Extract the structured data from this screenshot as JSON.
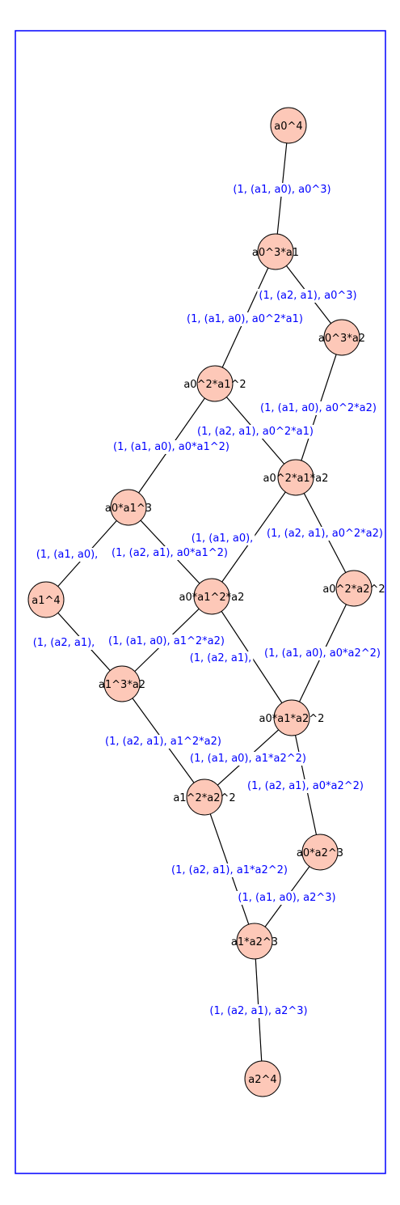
{
  "frame_color": "#0000ff",
  "node_fill": "#fdc8b8",
  "label_color": "#0000ff",
  "nodes": [
    {
      "id": "a0^4",
      "label": "a0^4"
    },
    {
      "id": "a0^3*a1",
      "label": "a0^3*a1"
    },
    {
      "id": "a0^3*a2",
      "label": "a0^3*a2"
    },
    {
      "id": "a0^2*a1^2",
      "label": "a0^2*a1^2"
    },
    {
      "id": "a0^2*a1*a2",
      "label": "a0^2*a1*a2"
    },
    {
      "id": "a0*a1^3",
      "label": "a0*a1^3"
    },
    {
      "id": "a1^4",
      "label": "a1^4"
    },
    {
      "id": "a0*a1^2*a2",
      "label": "a0*a1^2*a2"
    },
    {
      "id": "a0^2*a2^2",
      "label": "a0^2*a2^2"
    },
    {
      "id": "a1^3*a2",
      "label": "a1^3*a2"
    },
    {
      "id": "a0*a1*a2^2",
      "label": "a0*a1*a2^2"
    },
    {
      "id": "a1^2*a2^2",
      "label": "a1^2*a2^2"
    },
    {
      "id": "a0*a2^3",
      "label": "a0*a2^3"
    },
    {
      "id": "a1*a2^3",
      "label": "a1*a2^3"
    },
    {
      "id": "a2^4",
      "label": "a2^4"
    }
  ],
  "edges": [
    {
      "from": "a0^4",
      "to": "a0^3*a1",
      "label": "(1, (a1, a0), a0^3)"
    },
    {
      "from": "a0^3*a1",
      "to": "a0^3*a2",
      "label": "(1, (a2, a1), a0^3)"
    },
    {
      "from": "a0^3*a1",
      "to": "a0^2*a1^2",
      "label": "(1, (a1, a0), a0^2*a1)"
    },
    {
      "from": "a0^3*a2",
      "to": "a0^2*a1*a2",
      "label": "(1, (a1, a0), a0^2*a2)"
    },
    {
      "from": "a0^2*a1^2",
      "to": "a0^2*a1*a2",
      "label": "(1, (a2, a1), a0^2*a1)"
    },
    {
      "from": "a0^2*a1^2",
      "to": "a0*a1^3",
      "label": "(1, (a1, a0), a0*a1^2)"
    },
    {
      "from": "a0*a1^3",
      "to": "a1^4",
      "label": "(1, (a1, a0),"
    },
    {
      "from": "a0*a1^3",
      "to": "a0*a1^2*a2",
      "label": "(1, (a2, a1), a0*a1^2)"
    },
    {
      "from": "a0^2*a1*a2",
      "to": "a0*a1^2*a2",
      "label": "(1, (a1, a0),"
    },
    {
      "from": "a0^2*a1*a2",
      "to": "a0^2*a2^2",
      "label": "(1, (a2, a1), a0^2*a2)"
    },
    {
      "from": "a1^4",
      "to": "a1^3*a2",
      "label": "(1, (a2, a1),"
    },
    {
      "from": "a0*a1^2*a2",
      "to": "a1^3*a2",
      "label": "(1, (a1, a0), a1^2*a2)"
    },
    {
      "from": "a0*a1^2*a2",
      "to": "a0*a1*a2^2",
      "label": "(1, (a2, a1),"
    },
    {
      "from": "a0^2*a2^2",
      "to": "a0*a1*a2^2",
      "label": "(1, (a1, a0), a0*a2^2)"
    },
    {
      "from": "a1^3*a2",
      "to": "a1^2*a2^2",
      "label": "(1, (a2, a1), a1^2*a2)"
    },
    {
      "from": "a0*a1*a2^2",
      "to": "a1^2*a2^2",
      "label": "(1, (a1, a0), a1*a2^2)"
    },
    {
      "from": "a0*a1*a2^2",
      "to": "a0*a2^3",
      "label": "(1, (a2, a1), a0*a2^2)"
    },
    {
      "from": "a1^2*a2^2",
      "to": "a1*a2^3",
      "label": "(1, (a2, a1), a1*a2^2)"
    },
    {
      "from": "a0*a2^3",
      "to": "a1*a2^3",
      "label": "(1, (a1, a0), a2^3)"
    },
    {
      "from": "a1*a2^3",
      "to": "a2^4",
      "label": "(1, (a2, a1), a2^3)"
    }
  ]
}
